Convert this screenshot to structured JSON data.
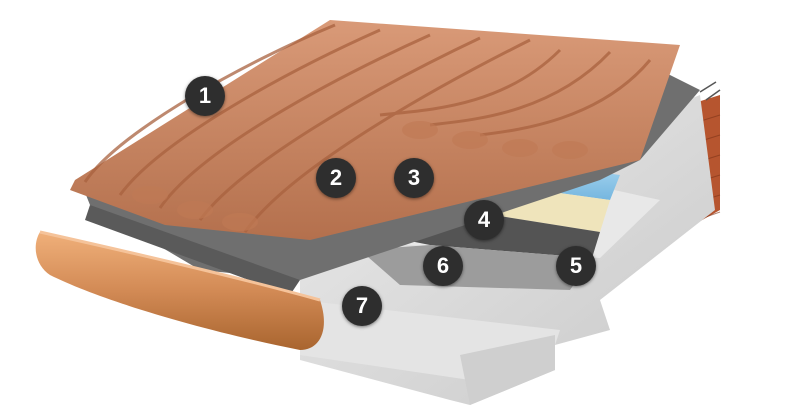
{
  "markers": [
    {
      "id": "1",
      "label": "1"
    },
    {
      "id": "2",
      "label": "2"
    },
    {
      "id": "3",
      "label": "3"
    },
    {
      "id": "4",
      "label": "4"
    },
    {
      "id": "5",
      "label": "5"
    },
    {
      "id": "6",
      "label": "6"
    },
    {
      "id": "7",
      "label": "7"
    }
  ],
  "colors": {
    "tile": "#c9835e",
    "tile_dark": "#a9623f",
    "membrane": "#6f6f6f",
    "insulation": "#8ec8e8",
    "screed": "#efe4bb",
    "gravel": "#3a3a3a",
    "concrete": "#d9d9d9",
    "gutter": "#d28a55",
    "brick": "#b6552f"
  }
}
